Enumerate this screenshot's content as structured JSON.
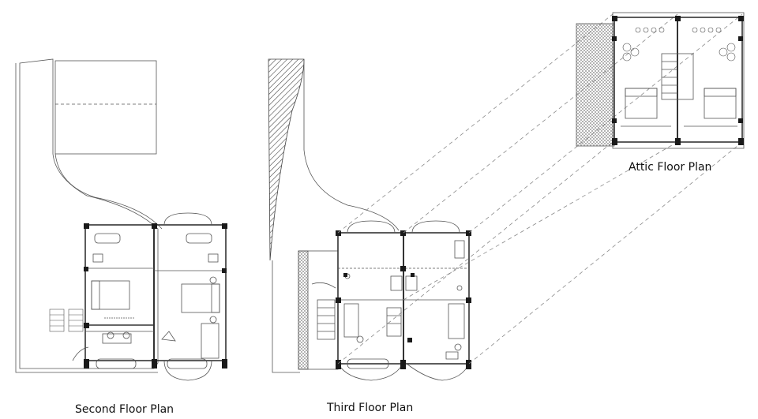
{
  "captions": {
    "second_floor": "Second Floor Plan",
    "third_floor": "Third Floor Plan",
    "attic_floor": "Attic Floor Plan"
  },
  "colors": {
    "line": "#555555",
    "wall": "#333333",
    "column": "#1a1a1a",
    "dashed_projection": "#8a8a8a",
    "hatch": "#444444"
  }
}
